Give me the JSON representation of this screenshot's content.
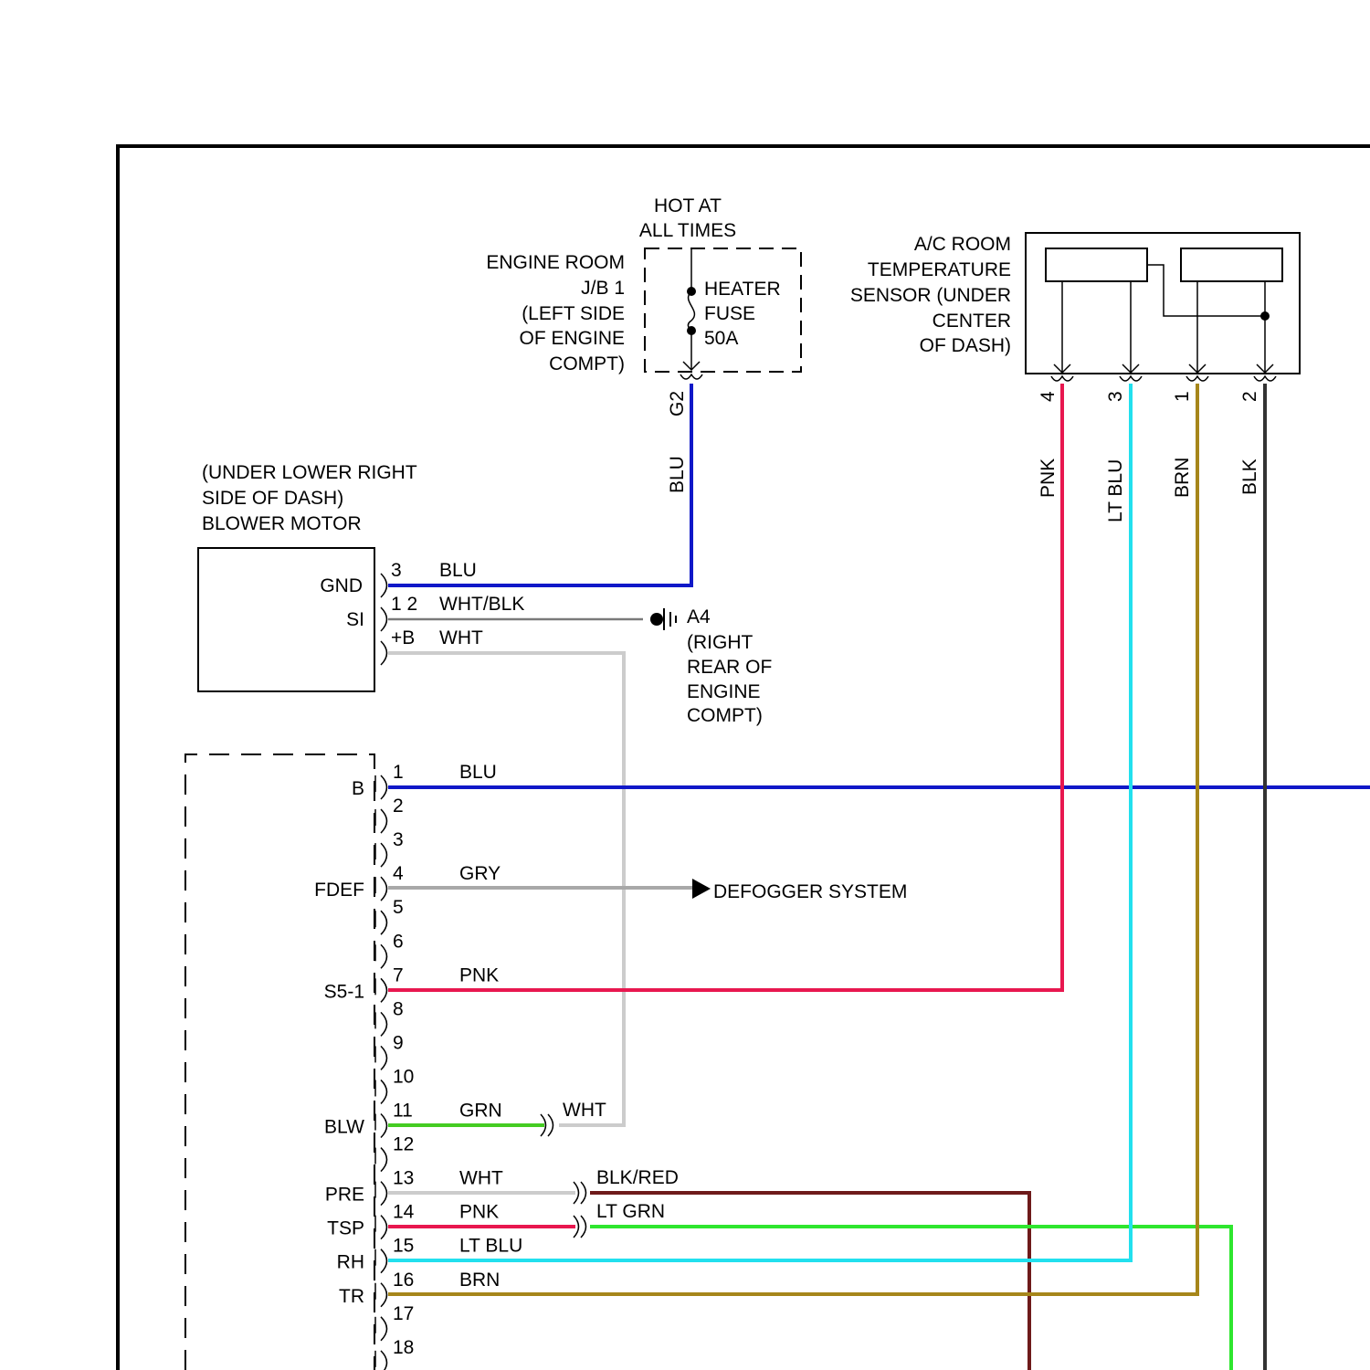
{
  "fuse_box": {
    "hot_label_1": "HOT AT",
    "hot_label_2": "ALL TIMES",
    "location": [
      "ENGINE ROOM",
      "J/B 1",
      "(LEFT SIDE",
      "OF ENGINE",
      "COMPT)"
    ],
    "fuse": [
      "HEATER",
      "FUSE",
      "50A"
    ],
    "connector": "G2",
    "wire_color": "BLU"
  },
  "sensor": {
    "title": [
      "A/C ROOM",
      "TEMPERATURE",
      "SENSOR (UNDER",
      "CENTER",
      "OF DASH)"
    ],
    "pins": [
      {
        "pin": "4",
        "wire": "PNK",
        "color": "#e8174f"
      },
      {
        "pin": "3",
        "wire": "LT BLU",
        "color": "#22e0ee"
      },
      {
        "pin": "1",
        "wire": "BRN",
        "color": "#a6861a"
      },
      {
        "pin": "2",
        "wire": "BLK",
        "color": "#333333"
      }
    ]
  },
  "blower": {
    "location": [
      "(UNDER LOWER RIGHT",
      "SIDE OF DASH)",
      "BLOWER MOTOR"
    ],
    "terminals": [
      {
        "name": "GND",
        "pin": "3",
        "wire": "BLU",
        "color": "#1018c8"
      },
      {
        "name": "SI",
        "pin": "1 2",
        "wire": "WHT/BLK",
        "color": "#7a7a7a"
      },
      {
        "name": "",
        "pin": "+B",
        "wire": "WHT",
        "color": "#cccccc"
      }
    ]
  },
  "ground": {
    "id": "A4",
    "location": [
      "(RIGHT",
      "REAR OF",
      "ENGINE",
      "COMPT)"
    ]
  },
  "defogger": {
    "label": "DEFOGGER SYSTEM"
  },
  "ac_connector": {
    "pins": [
      {
        "pin": "1",
        "name": "B",
        "wire": "BLU"
      },
      {
        "pin": "2",
        "name": "",
        "wire": ""
      },
      {
        "pin": "3",
        "name": "",
        "wire": ""
      },
      {
        "pin": "4",
        "name": "FDEF",
        "wire": "GRY"
      },
      {
        "pin": "5",
        "name": "",
        "wire": ""
      },
      {
        "pin": "6",
        "name": "",
        "wire": ""
      },
      {
        "pin": "7",
        "name": "S5-1",
        "wire": "PNK"
      },
      {
        "pin": "8",
        "name": "",
        "wire": ""
      },
      {
        "pin": "9",
        "name": "",
        "wire": ""
      },
      {
        "pin": "10",
        "name": "",
        "wire": ""
      },
      {
        "pin": "11",
        "name": "BLW",
        "wire": "GRN"
      },
      {
        "pin": "12",
        "name": "",
        "wire": ""
      },
      {
        "pin": "13",
        "name": "PRE",
        "wire": "WHT"
      },
      {
        "pin": "14",
        "name": "TSP",
        "wire": "PNK"
      },
      {
        "pin": "15",
        "name": "RH",
        "wire": "LT BLU"
      },
      {
        "pin": "16",
        "name": "TR",
        "wire": "BRN"
      },
      {
        "pin": "17",
        "name": "",
        "wire": ""
      },
      {
        "pin": "18",
        "name": "",
        "wire": ""
      }
    ],
    "splice_labels": {
      "blw_out": "WHT",
      "pre_out": "BLK/RED",
      "tsp_out": "LT GRN"
    }
  },
  "colors": {
    "blu": "#1018c8",
    "wht": "#cccccc",
    "wht_blk": "#7a7a7a",
    "gry": "#a8a8a8",
    "pnk": "#e8174f",
    "grn": "#44cc22",
    "lt_blu": "#22e0ee",
    "brn": "#a6861a",
    "blk": "#333333",
    "blk_red": "#6e1a1a",
    "lt_grn": "#2ee62e"
  }
}
